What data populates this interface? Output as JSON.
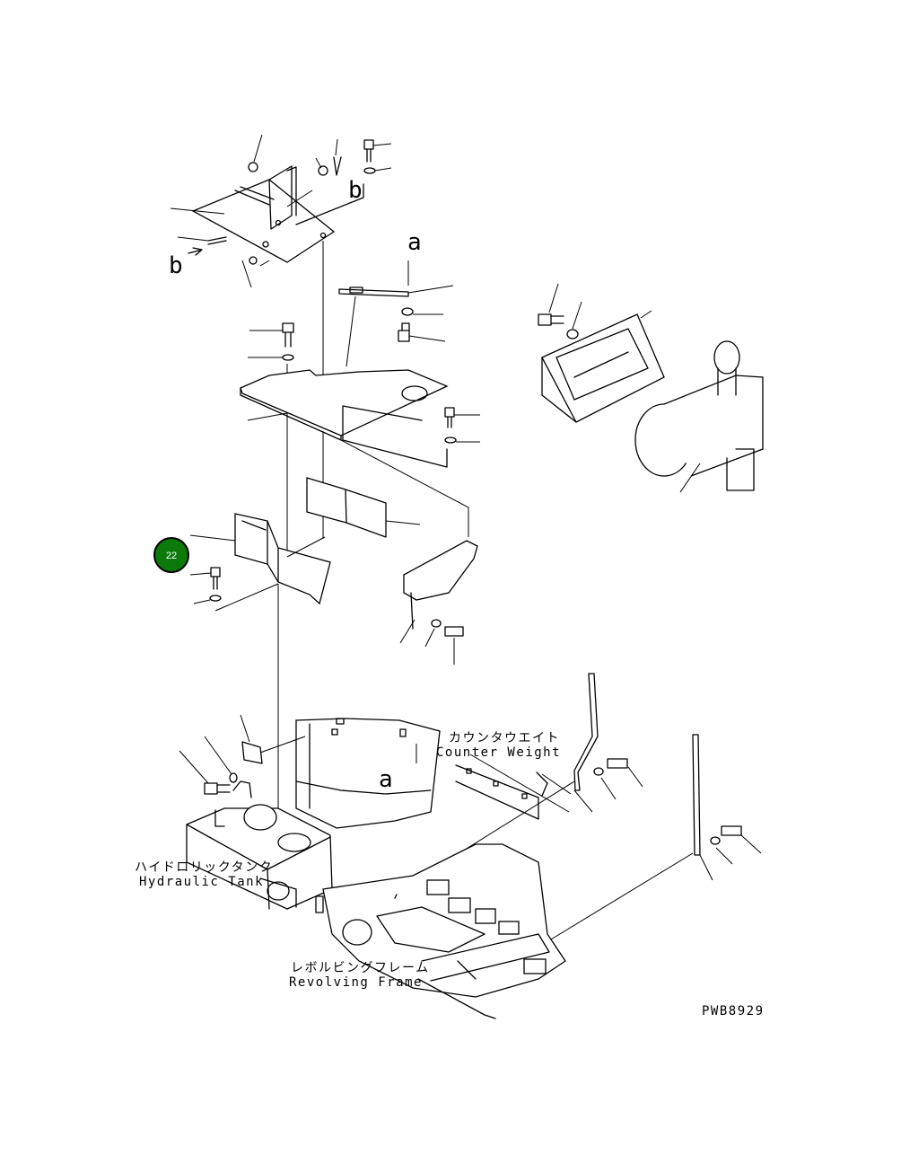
{
  "labels": {
    "counter_weight_jp": "カウンタウエイト",
    "counter_weight_en": "Counter Weight",
    "hydraulic_tank_jp": "ハイドロリックタンク",
    "hydraulic_tank_en": "Hydraulic Tank",
    "revolving_frame_jp": "レボルビングフレーム",
    "revolving_frame_en": "Revolving Frame",
    "drawing_number": "PWB8929"
  },
  "reference_marks": {
    "a_top": "a",
    "a_bottom": "a",
    "b_left": "b",
    "b_right": "b"
  },
  "callout": {
    "number": "22",
    "color": "#0b7a0b"
  }
}
